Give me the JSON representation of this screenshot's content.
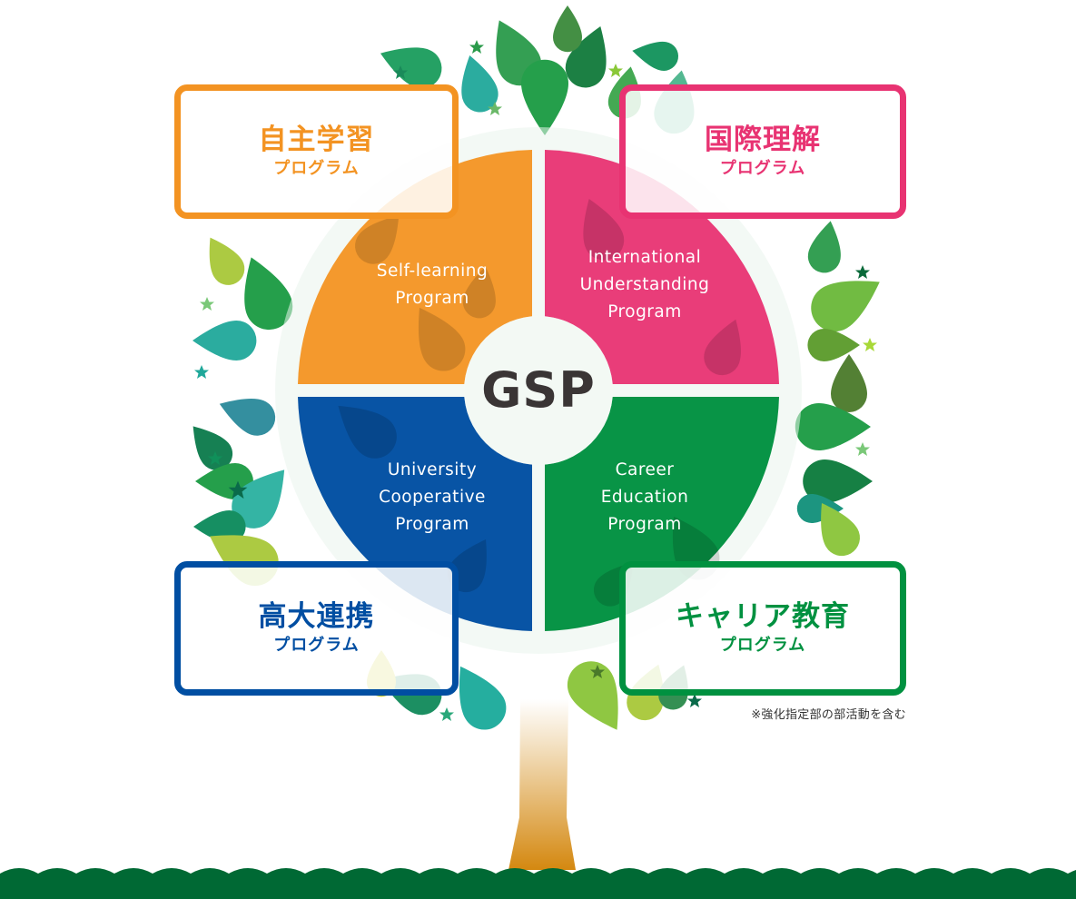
{
  "diagram": {
    "center_label": "GSP",
    "footnote": "※強化指定部の部活動を含む",
    "colors": {
      "orange": "#f39322",
      "pink": "#e83372",
      "blue": "#004ea2",
      "green": "#009140",
      "center_text": "#3a3535",
      "trunk_top": "#f5e8d2",
      "trunk_bottom": "#d68a14",
      "ground": "#006934"
    },
    "programs": [
      {
        "position": "top-left",
        "title_jp": "自主学習",
        "subtitle_jp": "プログラム",
        "label_en_lines": [
          "Self-learning",
          "Program"
        ],
        "color": "#f39322"
      },
      {
        "position": "top-right",
        "title_jp": "国際理解",
        "subtitle_jp": "プログラム",
        "label_en_lines": [
          "International",
          "Understanding",
          "Program"
        ],
        "color": "#e83372"
      },
      {
        "position": "bottom-left",
        "title_jp": "高大連携",
        "subtitle_jp": "プログラム",
        "label_en_lines": [
          "University",
          "Cooperative",
          "Program"
        ],
        "color": "#004ea2"
      },
      {
        "position": "bottom-right",
        "title_jp": "キャリア教育",
        "subtitle_jp": "プログラム",
        "label_en_lines": [
          "Career",
          "Education",
          "Program"
        ],
        "color": "#009140"
      }
    ]
  }
}
